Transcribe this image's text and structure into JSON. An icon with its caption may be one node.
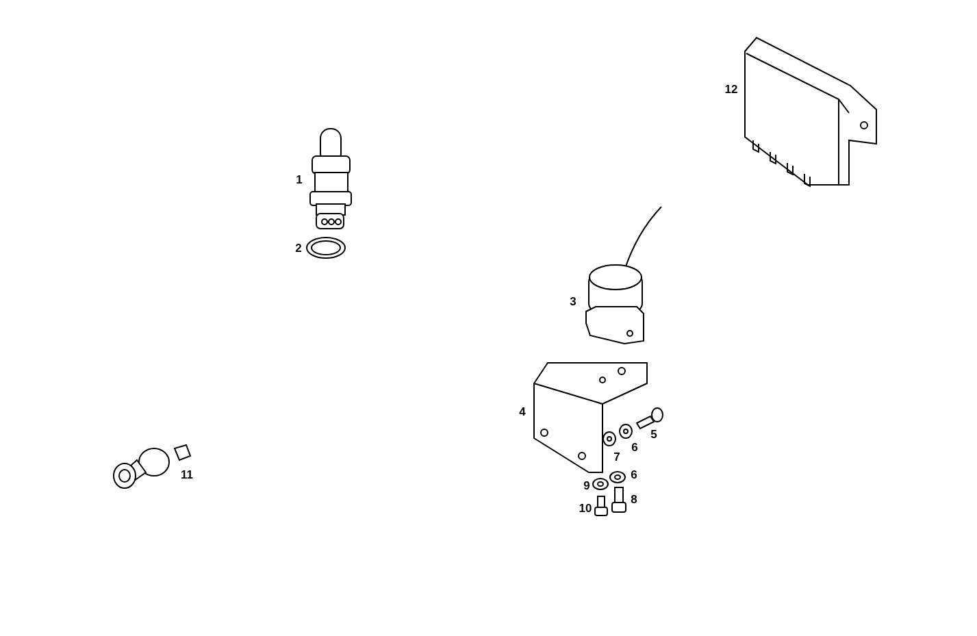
{
  "diagram": {
    "labels": [
      "12",
      "1",
      "2",
      "3",
      "4",
      "5",
      "6",
      "7",
      "11",
      "6",
      "9",
      "8",
      "10"
    ]
  }
}
